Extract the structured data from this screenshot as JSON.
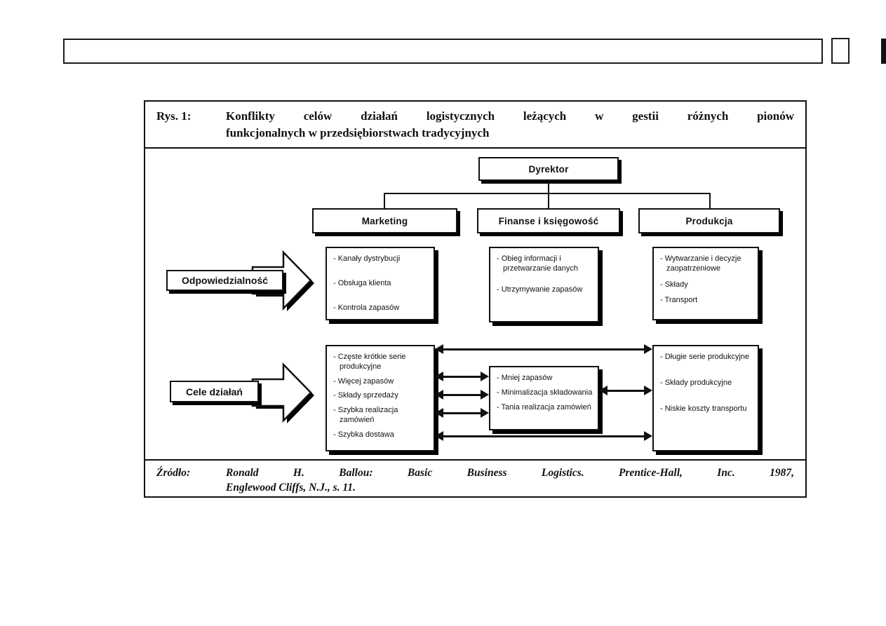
{
  "figure": {
    "caption": {
      "label": "Rys. 1:",
      "line1": "Konflikty celów działań logistycznych leżących w gestii różnych pionów",
      "line2": "funkcjonalnych w przedsiębiorstwach tradycyjnych"
    },
    "org_chart": {
      "root": "Dyrektor",
      "departments": [
        "Marketing",
        "Finanse i księgowość",
        "Produkcja"
      ]
    },
    "row_labels": {
      "responsibilities": "Odpowiedzialność",
      "goals": "Cele działań"
    },
    "responsibilities": {
      "marketing": [
        "- Kanały dystrybucji",
        "- Obsługa klienta",
        "- Kontrola zapasów"
      ],
      "finance": [
        "- Obieg informacji i przetwarzanie danych",
        "- Utrzymywanie zapasów"
      ],
      "production": [
        "- Wytwarzanie i decyzje zaopatrzeniowe",
        "- Składy",
        "- Transport"
      ]
    },
    "goals": {
      "marketing": [
        "- Częste krótkie serie produkcyjne",
        "- Więcej zapasów",
        "- Składy sprzedaży",
        "- Szybka realizacja zamówień",
        "- Szybka dostawa"
      ],
      "finance": [
        "- Mniej zapasów",
        "- Minimalizacja składowania",
        "- Tania realizacja zamówień"
      ],
      "production": [
        "- Długie serie produkcyjne",
        "- Składy produkcyjne",
        "- Niskie koszty transportu"
      ]
    },
    "source": {
      "label": "Źródło:",
      "line1": "Ronald H. Ballou: Basic Business Logistics. Prentice-Hall, Inc. 1987,",
      "line2": "Englewood Cliffs, N.J., s. 11."
    }
  },
  "colors": {
    "ink": "#111111",
    "paper": "#ffffff",
    "shadow": "#000000"
  }
}
